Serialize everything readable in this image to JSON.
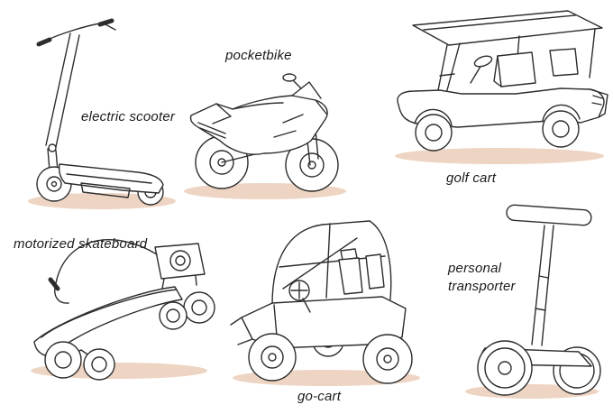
{
  "figure": {
    "items": [
      {
        "id": "electric-scooter",
        "label": "electric scooter"
      },
      {
        "id": "pocketbike",
        "label": "pocketbike"
      },
      {
        "id": "golf-cart",
        "label": "golf cart"
      },
      {
        "id": "motorized-skateboard",
        "label": "motorized skateboard"
      },
      {
        "id": "go-cart",
        "label": "go-cart"
      },
      {
        "id": "personal-transporter",
        "label": "personal transporter"
      }
    ]
  },
  "colors": {
    "line": "#2d2d2d",
    "shadow": "#eed5c3",
    "label_text": "#1a1a1a",
    "background": "#ffffff"
  }
}
